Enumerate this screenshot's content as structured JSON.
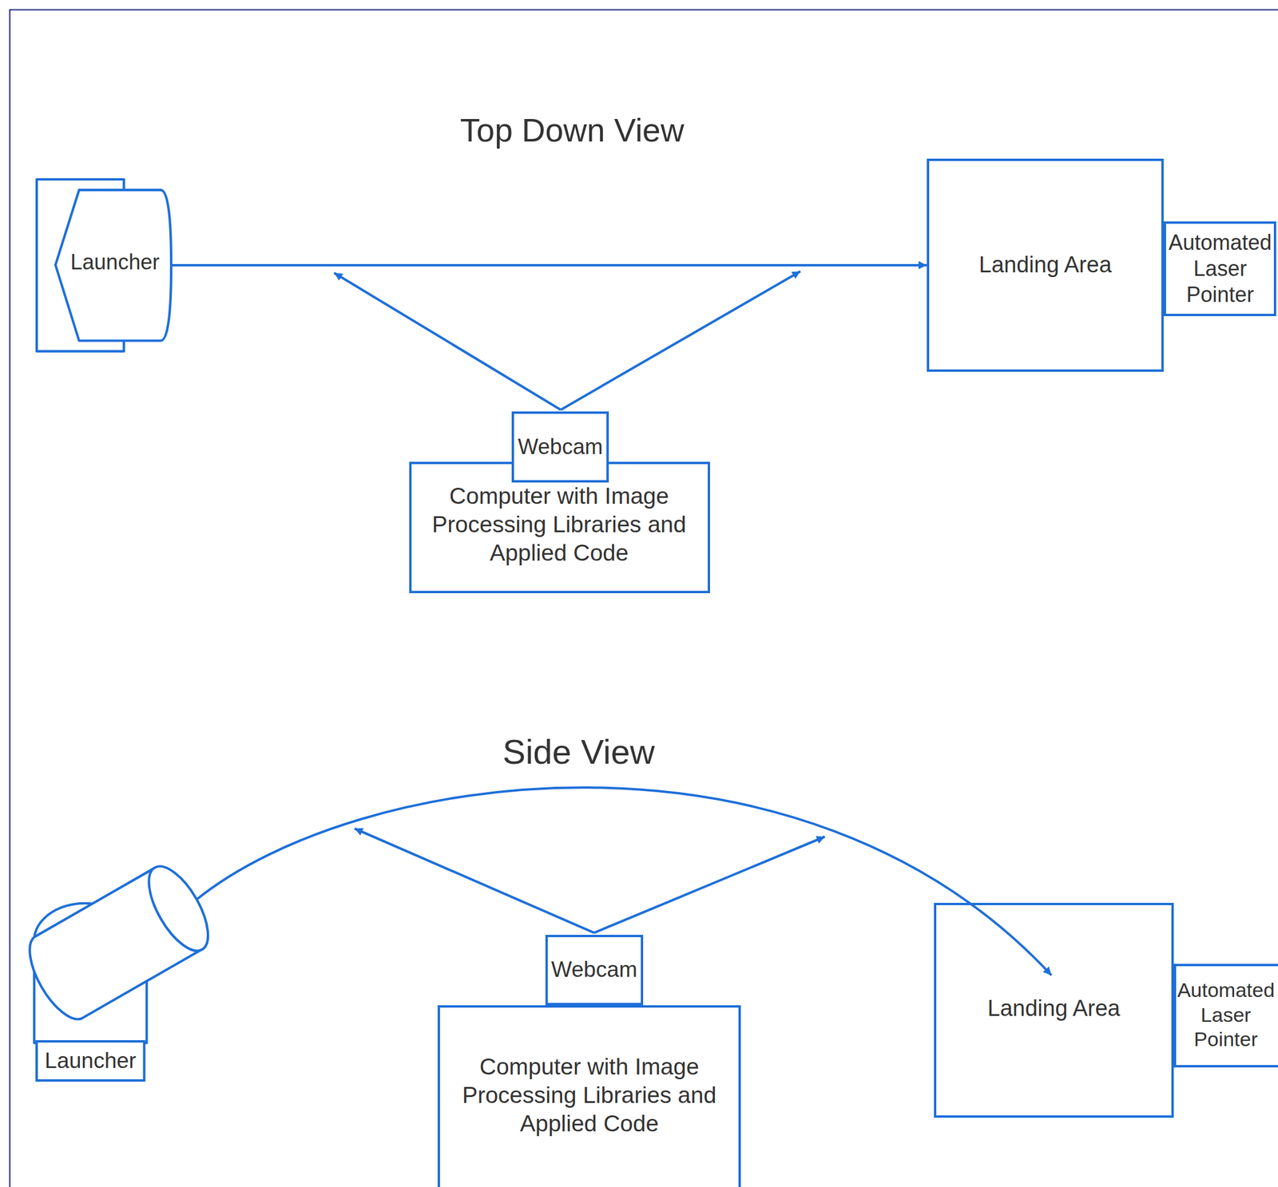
{
  "diagram": {
    "nodes": [
      {
        "text": [
          "Launcher"
        ]
      },
      {
        "text": [
          "Landing Area"
        ]
      },
      {
        "text": [
          "Automated Laser Pointer"
        ]
      },
      {
        "text": [
          "Webcam"
        ]
      },
      {
        "text": [
          "Computer with Image Processing Libraries and Applied Code"
        ]
      },
      {
        "text": [
          "Launcher"
        ]
      },
      {
        "text": [
          "Webcam"
        ]
      },
      {
        "text": [
          "Computer with Image Processing Libraries and Applied Code"
        ]
      },
      {
        "text": [
          "Landing Area"
        ]
      },
      {
        "text": [
          "Automated Laser Pointer"
        ]
      }
    ],
    "edges": [
      {
        "from": 0,
        "to": 1,
        "arrow": "to"
      },
      {
        "from": 5,
        "to": 8,
        "arrow": "to"
      }
    ],
    "labels": [
      "Top Down View",
      "Side View"
    ]
  }
}
